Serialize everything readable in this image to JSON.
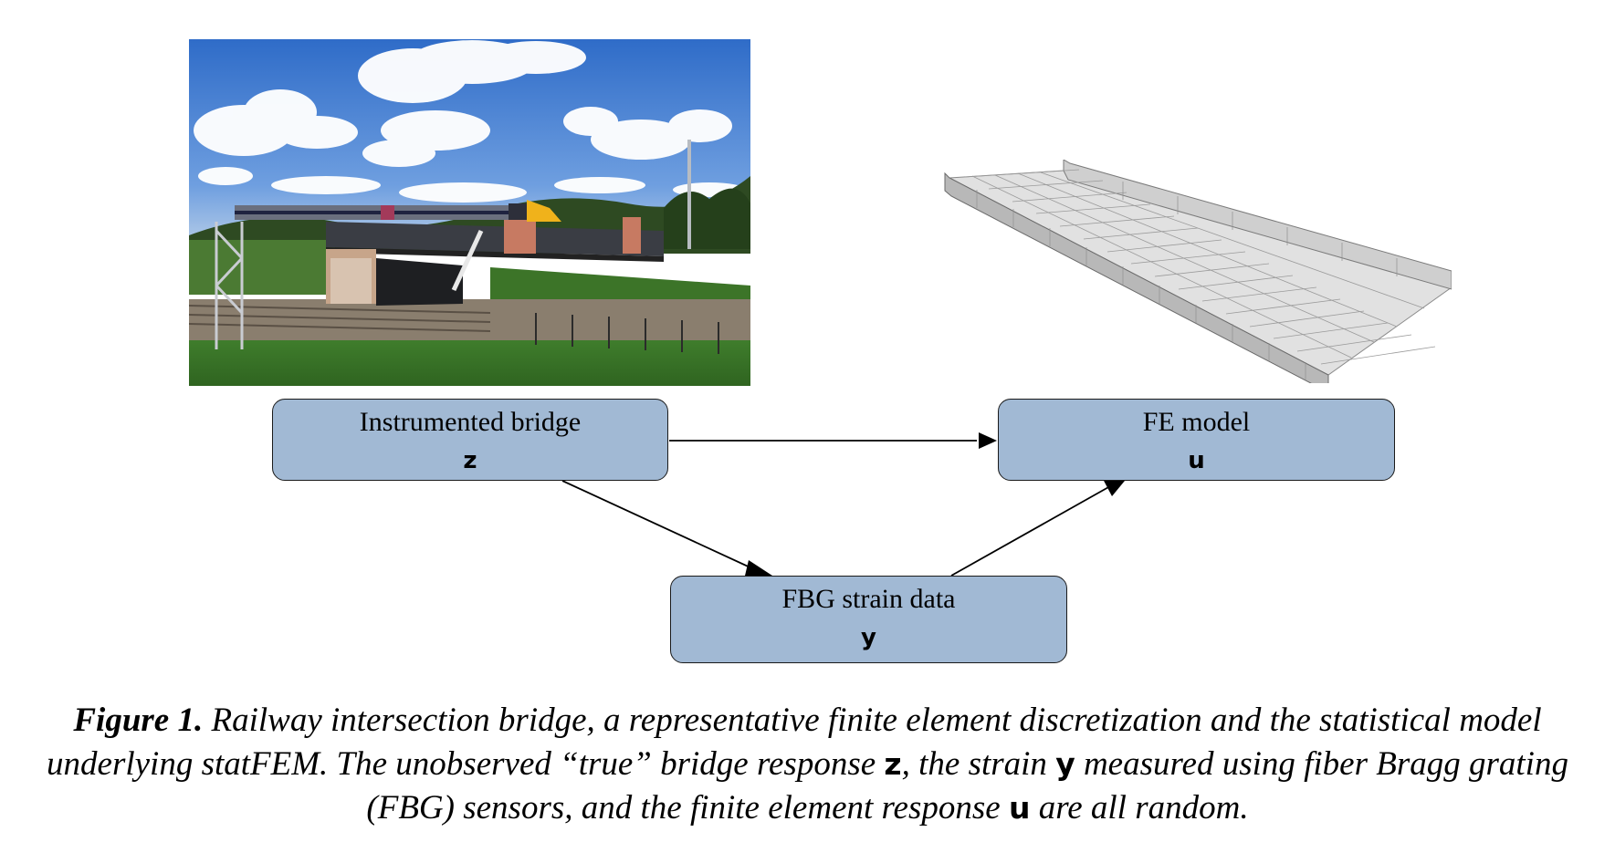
{
  "nodes": {
    "instrumented_bridge": {
      "label": "Instrumented bridge",
      "variable": "z"
    },
    "fe_model": {
      "label": "FE model",
      "variable": "u"
    },
    "fbg_strain": {
      "label": "FBG strain data",
      "variable": "y"
    }
  },
  "edges": [
    {
      "from": "Instrumented bridge",
      "to": "FE model"
    },
    {
      "from": "Instrumented bridge",
      "to": "FBG strain data"
    },
    {
      "from": "FBG strain data",
      "to": "FE model"
    }
  ],
  "images": {
    "photo": "railway-intersection-bridge-photo",
    "model": "finite-element-bridge-mesh"
  },
  "caption": {
    "label": "Figure 1.",
    "part1": " Railway intersection bridge, a representative finite element discretization and the statistical model underlying statFEM. The unobserved “true” bridge response ",
    "sym_z": "z",
    "part2": ", the strain ",
    "sym_y": "y",
    "part3": " measured using fiber Bragg grating (FBG) sensors, and the finite element response ",
    "sym_u": "u",
    "part4": " are all random."
  },
  "colors": {
    "node_fill": "#a1b9d4",
    "node_border": "#1a1a1a",
    "arrow": "#000000"
  }
}
